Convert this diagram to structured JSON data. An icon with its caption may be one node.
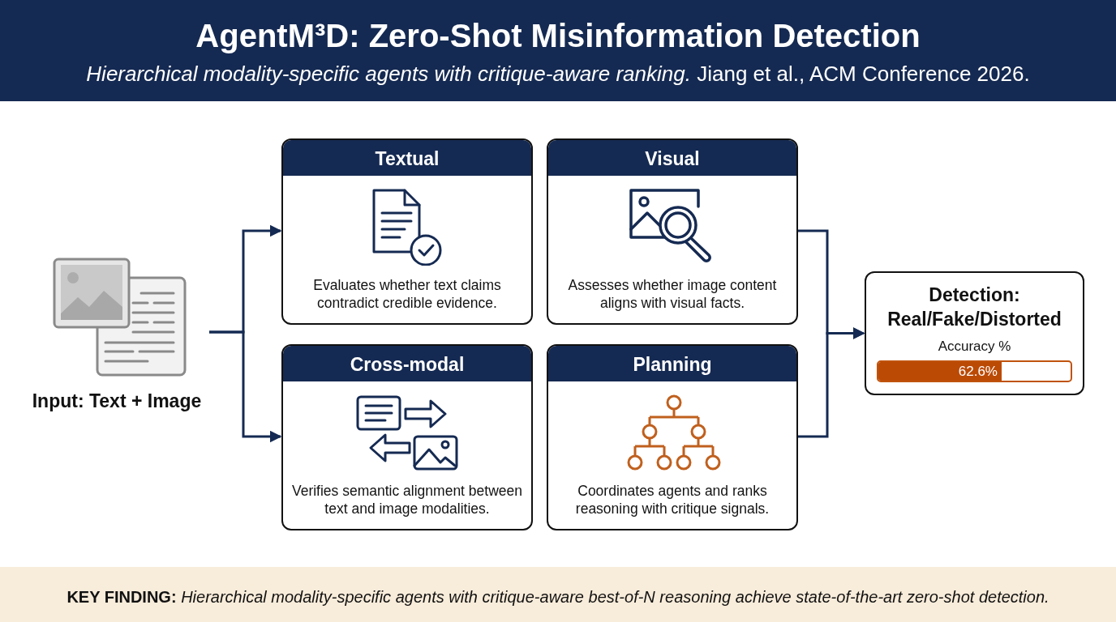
{
  "diagram": {
    "title": "AgentM³D: Zero-Shot Misinformation Detection",
    "caption": "*Hierarchical modality-specific agents with critique-aware ranking.* Jiang et al., ACM Conference 2026.",
    "nodes": [
      {
        "text": [
          "Input: Text + Image"
        ]
      },
      {
        "text": [
          "Textual",
          "Evaluates whether text claims contradict credible evidence."
        ]
      },
      {
        "text": [
          "Visual",
          "Assesses whether image content aligns with visual facts."
        ]
      },
      {
        "text": [
          "Cross-modal",
          "Verifies semantic alignment between text and image modalities."
        ]
      },
      {
        "text": [
          "Planning",
          "Coordinates agents and ranks reasoning with critique signals."
        ]
      },
      {
        "text": [
          "Detection: Real/Fake/Distorted",
          "Accuracy %",
          "62.6%"
        ]
      }
    ],
    "edges": [
      {
        "from": 0,
        "to": 1,
        "arrow": "to"
      },
      {
        "from": 0,
        "to": 3,
        "arrow": "to"
      },
      {
        "from": 2,
        "to": 5,
        "arrow": "to"
      },
      {
        "from": 4,
        "to": 5,
        "arrow": "to"
      }
    ],
    "labels": [
      "**KEY FINDING:** *Hierarchical modality-specific agents with critique-aware best-of-N reasoning achieve state-of-the-art zero-shot detection.*"
    ]
  }
}
